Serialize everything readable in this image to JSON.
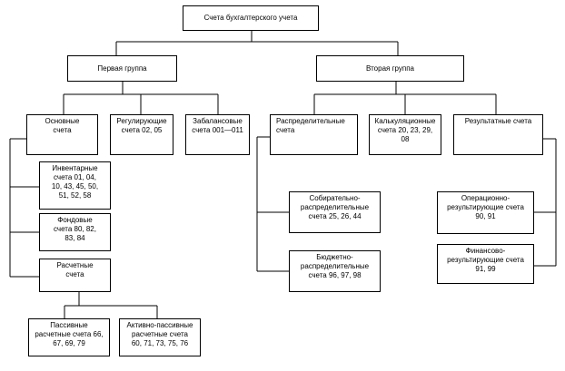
{
  "root": {
    "label": "Счета бухгалтерского учета"
  },
  "groups": {
    "first": {
      "label": "Первая группа"
    },
    "second": {
      "label": "Вторая группа"
    }
  },
  "first_group": {
    "main": {
      "label": "Основные\nсчета"
    },
    "regulating": {
      "label": "Регулирующие\nсчета 02, 05"
    },
    "off_balance": {
      "label": "Забалансовые\nсчета 001—011"
    },
    "inventory": {
      "label": "Инвентарные\nсчета 01, 04,\n10, 43, 45, 50,\n51, 52, 58"
    },
    "funds": {
      "label": "Фондовые\nсчета 80, 82,\n83, 84"
    },
    "settlement": {
      "label": "Расчетные\nсчета"
    },
    "passive": {
      "label": "Пассивные\nрасчетные счета 66,\n67, 69, 79"
    },
    "active_passive": {
      "label": "Активно-пассивные\nрасчетные счета\n60, 71, 73, 75, 76"
    }
  },
  "second_group": {
    "distributive": {
      "label": "Распределительные\nсчета"
    },
    "calculation": {
      "label": "Калькуляционные\nсчета 20, 23, 29,\n08"
    },
    "result": {
      "label": "Результатные счета"
    },
    "collective": {
      "label": "Собирательно-\nраспределительные\nсчета 25, 26, 44"
    },
    "budget": {
      "label": "Бюджетно-\nраспределительные\nсчета 96, 97, 98"
    },
    "operational": {
      "label": "Операционно-\nрезультирующие счета\n90, 91"
    },
    "financial": {
      "label": "Финансово-\nрезультирующие счета\n91, 99"
    }
  }
}
